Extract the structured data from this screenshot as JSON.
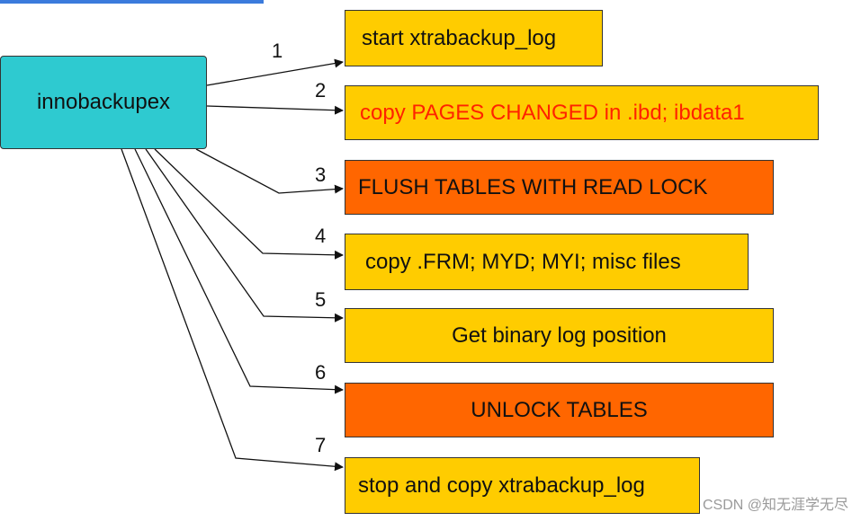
{
  "diagram": {
    "source_label": "innobackupex",
    "steps": [
      {
        "num": "1",
        "label": "start xtrabackup_log",
        "fill": "#ffcc00",
        "text_color": "#111111"
      },
      {
        "num": "2",
        "label": "copy PAGES CHANGED in .ibd; ibdata1",
        "fill": "#ffcc00",
        "text_color": "#ff2200"
      },
      {
        "num": "3",
        "label": "FLUSH TABLES WITH READ LOCK",
        "fill": "#ff6600",
        "text_color": "#111111"
      },
      {
        "num": "4",
        "label": "copy .FRM; MYD; MYI; misc files",
        "fill": "#ffcc00",
        "text_color": "#111111"
      },
      {
        "num": "5",
        "label": "Get binary log position",
        "fill": "#ffcc00",
        "text_color": "#111111"
      },
      {
        "num": "6",
        "label": "UNLOCK TABLES",
        "fill": "#ff6600",
        "text_color": "#111111"
      },
      {
        "num": "7",
        "label": "stop and copy xtrabackup_log",
        "fill": "#ffcc00",
        "text_color": "#111111"
      }
    ]
  },
  "watermark": "CSDN @知无涯学无尽",
  "colors": {
    "source_fill": "#2ecad0",
    "top_bar": "#3b7bdc"
  }
}
